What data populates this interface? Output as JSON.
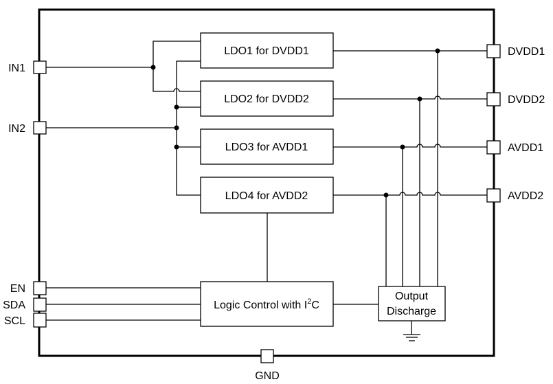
{
  "diagram": {
    "type": "block-diagram",
    "blocks": {
      "ldo1": "LDO1 for DVDD1",
      "ldo2": "LDO2 for DVDD2",
      "ldo3": "LDO3 for AVDD1",
      "ldo4": "LDO4 for AVDD2",
      "logic_prefix": "Logic Control with I",
      "logic_sup": "2",
      "logic_suffix": "C",
      "discharge_line1": "Output",
      "discharge_line2": "Discharge"
    },
    "pins": {
      "in1": "IN1",
      "in2": "IN2",
      "en": "EN",
      "sda": "SDA",
      "scl": "SCL",
      "dvdd1": "DVDD1",
      "dvdd2": "DVDD2",
      "avdd1": "AVDD1",
      "avdd2": "AVDD2",
      "gnd": "GND"
    }
  }
}
